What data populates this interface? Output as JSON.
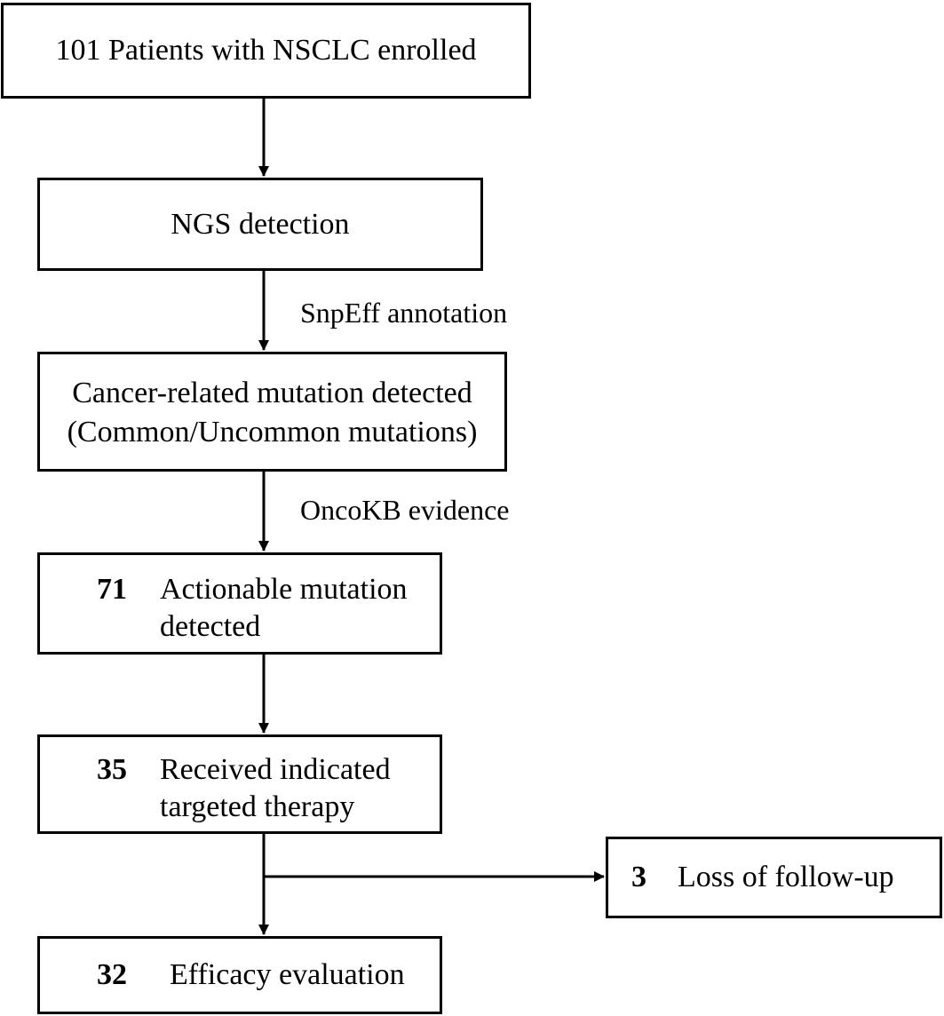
{
  "diagram": {
    "nodes": {
      "enrolled": {
        "text": "101 Patients with NSCLC enrolled"
      },
      "ngs": {
        "text": "NGS detection"
      },
      "cancer_related": {
        "line1": "Cancer-related mutation detected",
        "line2": "(Common/Uncommon mutations)"
      },
      "actionable": {
        "count": "71",
        "line1": "Actionable mutation",
        "line2": "detected"
      },
      "received": {
        "count": "35",
        "line1": "Received indicated",
        "line2": "targeted therapy"
      },
      "loss": {
        "count": "3",
        "text": "Loss of follow-up"
      },
      "efficacy": {
        "count": "32",
        "text": "Efficacy evaluation"
      }
    },
    "edge_labels": {
      "snpeff": "SnpEff annotation",
      "oncokb": "OncoKB evidence"
    }
  }
}
